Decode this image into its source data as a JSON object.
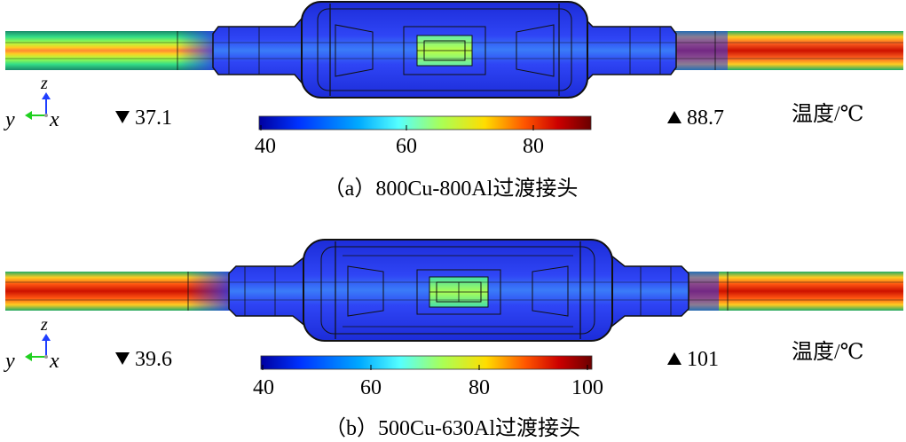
{
  "panels": [
    {
      "caption": "（a）800Cu-800Al过渡接头",
      "min_label": "37.1",
      "max_label": "88.7",
      "unit_label": "温度/℃",
      "colorbar_ticks": [
        "40",
        "60",
        "80"
      ],
      "axes": {
        "z": "z",
        "y": "y",
        "x": "x"
      }
    },
    {
      "caption": "（b）500Cu-630Al过渡接头",
      "min_label": "39.6",
      "max_label": "101",
      "unit_label": "温度/℃",
      "colorbar_ticks": [
        "40",
        "60",
        "80",
        "100"
      ],
      "axes": {
        "z": "z",
        "y": "y",
        "x": "x"
      }
    }
  ],
  "colors": {
    "colormap": [
      "#0000a0",
      "#0033ff",
      "#00aaff",
      "#55ffff",
      "#aaff55",
      "#ffdd00",
      "#ff5500",
      "#cc0000",
      "#6a0000"
    ],
    "joint_body": "#2a3cf0",
    "outline": "#111111",
    "axis_z": "#1f3fff",
    "axis_y": "#20d020"
  }
}
